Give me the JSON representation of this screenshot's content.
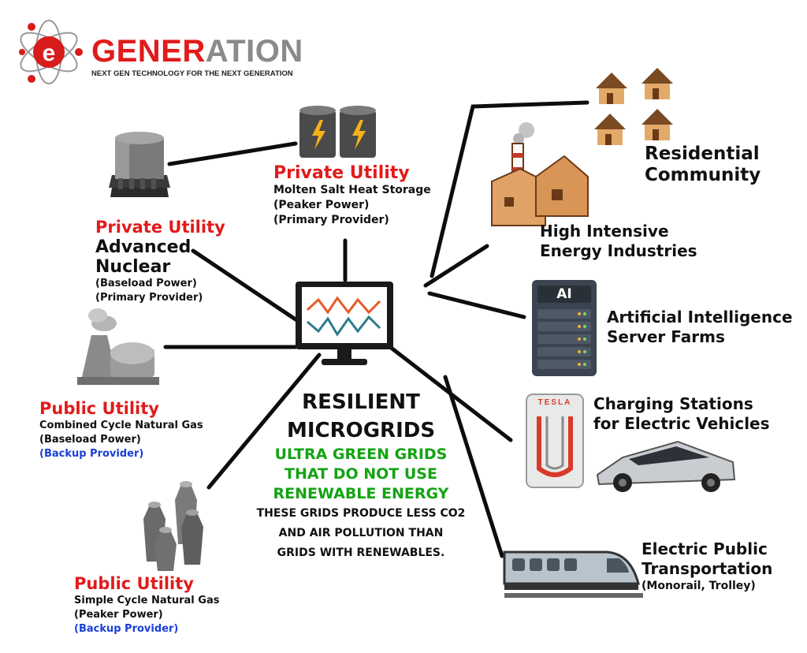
{
  "brand": {
    "letter": "e",
    "name_red": "GENER",
    "name_gray": "ATION",
    "tagline": "NEXT GEN TECHNOLOGY FOR THE NEXT GENERATION",
    "colors": {
      "red": "#e11b1b",
      "gray": "#8a8a8a"
    }
  },
  "center": {
    "title_line1": "RESILIENT",
    "title_line2": "MICROGRIDS",
    "green_line1": "ULTRA GREEN GRIDS",
    "green_line2": "THAT DO NOT USE",
    "green_line3": "RENEWABLE ENERGY",
    "note_line1": "THESE GRIDS PRODUCE LESS CO2",
    "note_line2": "AND AIR POLLUTION THAN",
    "note_line3": "GRIDS WITH RENEWABLES."
  },
  "providers": {
    "molten_salt": {
      "type": "Private Utility",
      "line1": "Molten Salt Heat Storage",
      "line2": "(Peaker Power)",
      "line3": "(Primary Provider)"
    },
    "nuclear": {
      "type": "Private Utility",
      "name1": "Advanced",
      "name2": "Nuclear",
      "line1": "(Baseload Power)",
      "line2": "(Primary Provider)"
    },
    "combined_gas": {
      "type": "Public Utility",
      "line1": "Combined Cycle Natural Gas",
      "line2": "(Baseload Power)",
      "line3": "(Backup Provider)"
    },
    "simple_gas": {
      "type": "Public Utility",
      "line1": "Simple Cycle Natural Gas",
      "line2": "(Peaker Power)",
      "line3": "(Backup Provider)"
    }
  },
  "consumers": {
    "residential": {
      "line1": "Residential",
      "line2": "Community"
    },
    "industries": {
      "line1": "High Intensive",
      "line2": "Energy Industries"
    },
    "ai": {
      "badge": "AI",
      "line1": "Artificial Intelligence",
      "line2": "Server Farms"
    },
    "charging": {
      "brand": "TESLA",
      "line1": "Charging Stations",
      "line2": "for Electric Vehicles"
    },
    "transport": {
      "line1": "Electric Public",
      "line2": "Transportation",
      "line3": "(Monorail, Trolley)"
    }
  },
  "icons": [
    "atom-logo-icon",
    "nuclear-reactor-icon",
    "battery-storage-icon",
    "gas-plant-icon",
    "smokestacks-icon",
    "monitor-icon",
    "houses-icon",
    "factory-icon",
    "server-rack-icon",
    "charger-icon",
    "cybertruck-icon",
    "train-icon"
  ]
}
